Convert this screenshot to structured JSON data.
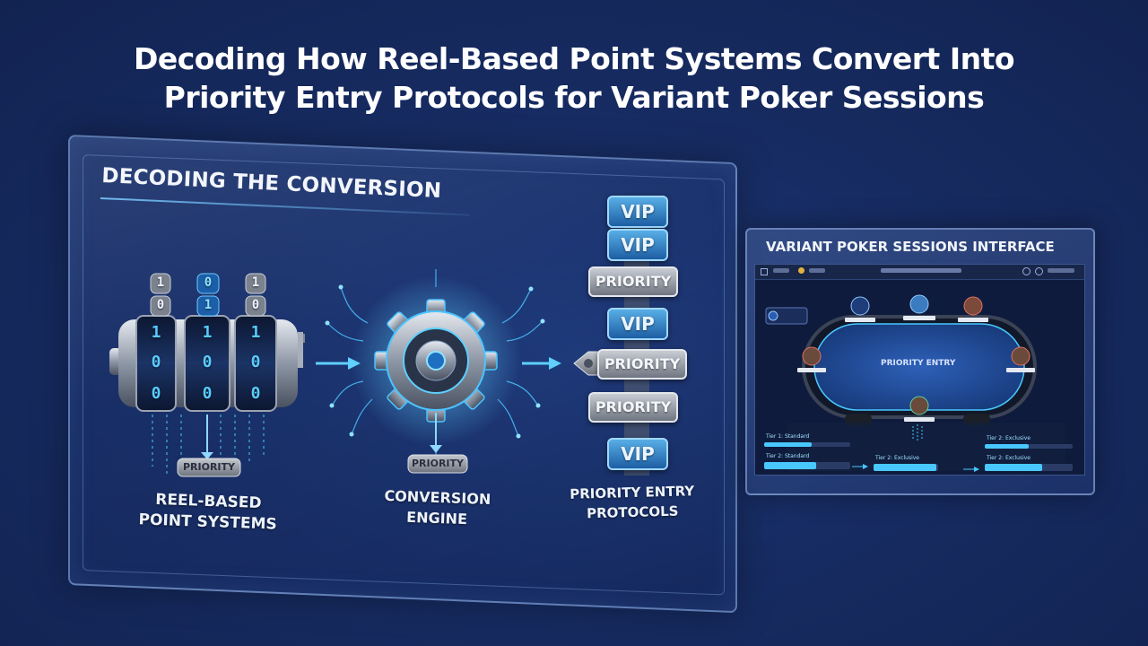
{
  "title": {
    "line1": "Decoding How Reel-Based Point Systems Convert Into",
    "line2": "Priority Entry Protocols for Variant Poker Sessions"
  },
  "diagram": {
    "heading": "DECODING THE CONVERSION",
    "reel": {
      "top_digits": [
        [
          "1",
          "0"
        ],
        [
          "0",
          "1"
        ],
        [
          "1",
          "0"
        ]
      ],
      "reel_digits": [
        [
          "1",
          "0",
          "0"
        ],
        [
          "1",
          "0",
          "0"
        ],
        [
          "1",
          "0",
          "0"
        ]
      ],
      "output_tag": "PRIORITY",
      "label_line1": "REEL-BASED",
      "label_line2": "POINT SYSTEMS"
    },
    "engine": {
      "output_tag": "PRIORITY",
      "label_line1": "CONVERSION",
      "label_line2": "ENGINE"
    },
    "protocols": {
      "stack": [
        "VIP",
        "VIP",
        "PRIORITY",
        "VIP",
        "PRIORITY",
        "PRIORITY",
        "VIP"
      ],
      "label_line1": "PRIORITY ENTRY",
      "label_line2": "PROTOCOLS"
    }
  },
  "interface": {
    "title": "VARIANT POKER SESSIONS INTERFACE",
    "table_label": "PRIORITY ENTRY",
    "tiers": {
      "left_top": "Tier 1: Standard",
      "left_bottom": "Tier 2: Standard",
      "mid": "Tier 2: Exclusive",
      "right_top": "Tier 2: Exclusive",
      "right_bottom": "Tier 2: Exclusive"
    },
    "progress": {
      "left_top": 0.55,
      "left_bottom": 0.6,
      "mid": 0.7,
      "right_top": 0.5,
      "right_bottom": 0.65
    }
  },
  "colors": {
    "accent": "#46c3ff",
    "background": "#172c63",
    "chip": "#8b8f97"
  }
}
